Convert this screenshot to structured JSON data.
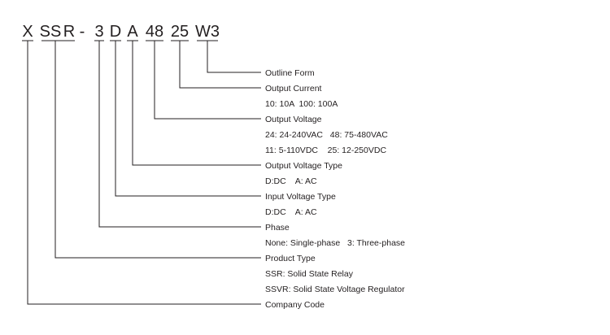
{
  "code_parts": [
    "X",
    "SS",
    "R",
    "-",
    "3",
    "D",
    "A",
    "48",
    "25",
    "W3"
  ],
  "legend": {
    "outline_form": "Outline Form",
    "output_current": "Output Current",
    "output_current_options": "10: 10A  100: 100A",
    "output_voltage": "Output Voltage",
    "output_voltage_ac": "24: 24-240VAC   48: 75-480VAC",
    "output_voltage_dc": "11: 5-110VDC    25: 12-250VDC",
    "output_voltage_type": "Output Voltage Type",
    "output_voltage_type_options": "D:DC    A: AC",
    "input_voltage_type": "Input Voltage Type",
    "input_voltage_type_options": "D:DC    A: AC",
    "phase": "Phase",
    "phase_options": "None: Single-phase   3: Three-phase",
    "product_type": "Product Type",
    "product_type_ssr": "SSR: Solid State Relay",
    "product_type_ssvr": "SSVR: Solid State Voltage Regulator",
    "company_code": "Company Code"
  }
}
